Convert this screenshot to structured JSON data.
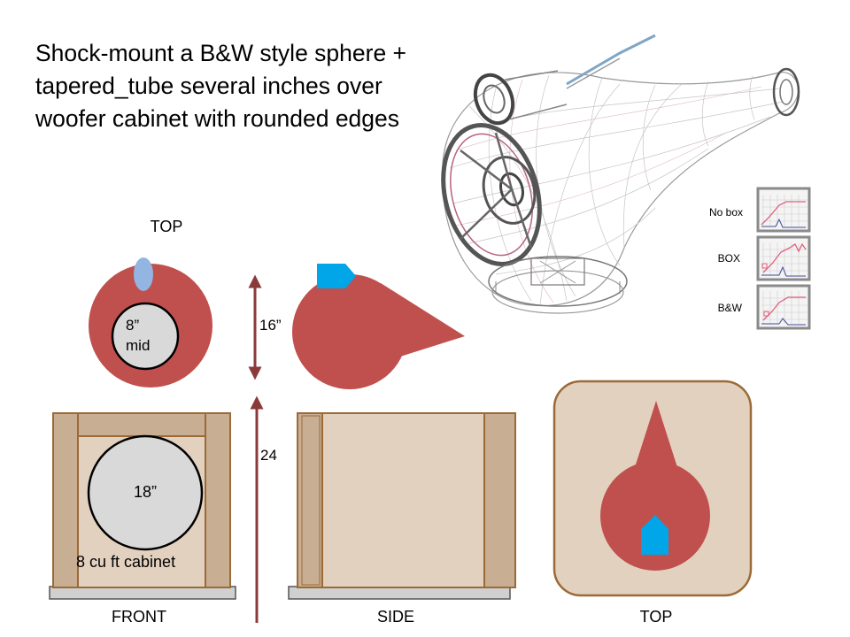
{
  "title": "Shock-mount a B&W style sphere + tapered_tube several inches over woofer cabinet with rounded edges",
  "views": {
    "top_upper": "TOP",
    "front": "FRONT",
    "side": "SIDE",
    "top_lower": "TOP"
  },
  "labels": {
    "mid_size": "8”",
    "mid_word": "mid",
    "woofer_size": "18”",
    "cabinet_volume": "8 cu ft cabinet"
  },
  "dimensions": {
    "sphere_height": "16”",
    "cabinet_height": "24"
  },
  "response_legend": [
    {
      "label": "No box"
    },
    {
      "label": "BOX"
    },
    {
      "label": "B&W"
    }
  ],
  "colors": {
    "sphere": "#c0504d",
    "cabinet_panel": "#e3d1bf",
    "cabinet_frame": "#c8ae93",
    "cabinet_edge": "#9b6a37",
    "woofer": "#d9d9d9",
    "tweeter_blue": "#00a6e8",
    "tweeter_lightblue": "#93b5e1",
    "arrow": "#8b3a3a",
    "plinth": "#d0d0d0"
  }
}
